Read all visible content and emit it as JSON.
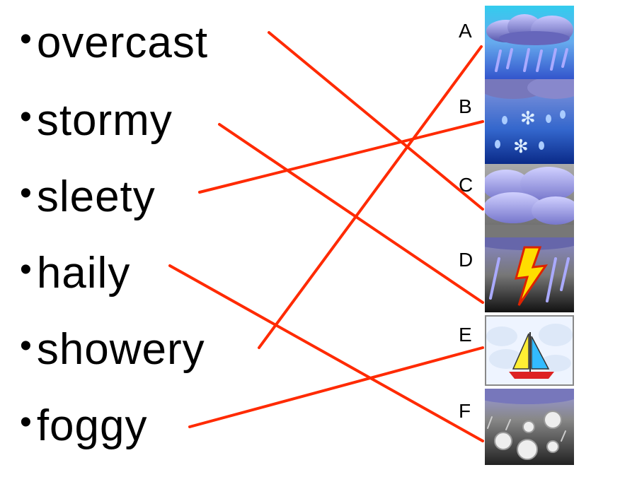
{
  "words": [
    "overcast",
    "stormy",
    "sleety",
    "haily",
    "showery",
    "foggy"
  ],
  "bullet": "•",
  "letters": [
    "A",
    "B",
    "C",
    "D",
    "E",
    "F"
  ],
  "line_color": "#ff2a00",
  "images": [
    "rain-cloud-icon",
    "snow-cloud-icon",
    "overcast-cloud-icon",
    "storm-lightning-icon",
    "fog-sailboat-icon",
    "hail-cloud-icon"
  ]
}
